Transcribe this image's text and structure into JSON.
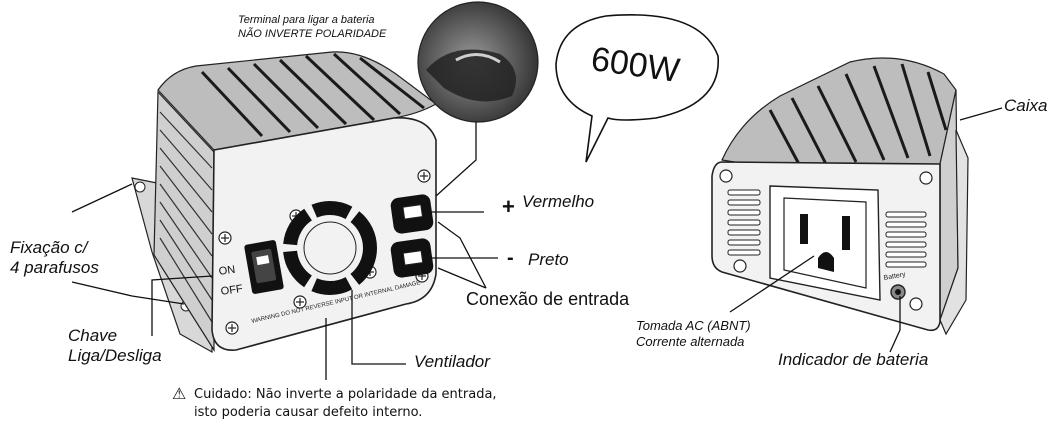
{
  "callouts": {
    "terminal_line1": "Terminal para ligar a bateria",
    "terminal_line2": "NÃO INVERTE POLARIDADE",
    "power": "600W",
    "vermelho": "Vermelho",
    "plus": "+",
    "preto": "Preto",
    "minus": "-",
    "conexao": "Conexão de entrada",
    "fixacao_line1": "Fixação c/",
    "fixacao_line2": "4 parafusos",
    "chave_line1": "Chave",
    "chave_line2": "Liga/Desliga",
    "ventilador": "Ventilador",
    "tomada_line1": "Tomada AC (ABNT)",
    "tomada_line2": "Corrente alternada",
    "indicador": "Indicador de bateria",
    "caixa": "Caixa"
  },
  "device": {
    "switch_on": "ON",
    "switch_off": "OFF",
    "warning_strip": "WARNING DO NOT REVERSE INPUT OR INTERNAL DAMAGE",
    "indicator_label": "Battery"
  },
  "warning": {
    "icon": "warning-triangle-icon",
    "line1": "Cuidado: Não inverte a polaridade da entrada,",
    "line2": "isto poderia causar defeito interno."
  }
}
